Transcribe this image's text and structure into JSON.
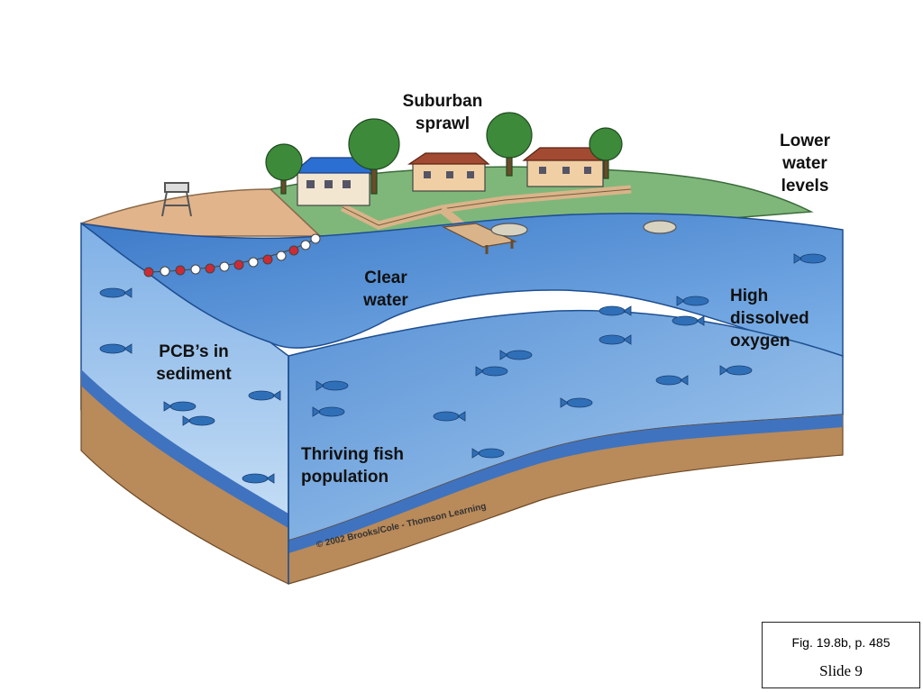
{
  "labels": {
    "suburban": [
      "Suburban",
      "sprawl"
    ],
    "lower_water": [
      "Lower",
      "water",
      "levels"
    ],
    "clear_water": [
      "Clear",
      "water"
    ],
    "high_oxygen": [
      "High",
      "dissolved",
      "oxygen"
    ],
    "pcb": [
      "PCB’s in",
      "sediment"
    ],
    "fish_pop": [
      "Thriving fish",
      "population"
    ]
  },
  "copyright": "© 2002 Brooks/Cole - Thomson Learning",
  "figure": {
    "reference": "Fig. 19.8b, p. 485",
    "slide": "Slide 9"
  },
  "colors": {
    "water_top": "#5b8fd4",
    "water_front": "#3f80cf",
    "water_side": "#6fa6e0",
    "sediment": "#b98a5a",
    "grass": "#7fb77a",
    "sand": "#e2b48c",
    "fish": "#2f6fb8"
  }
}
